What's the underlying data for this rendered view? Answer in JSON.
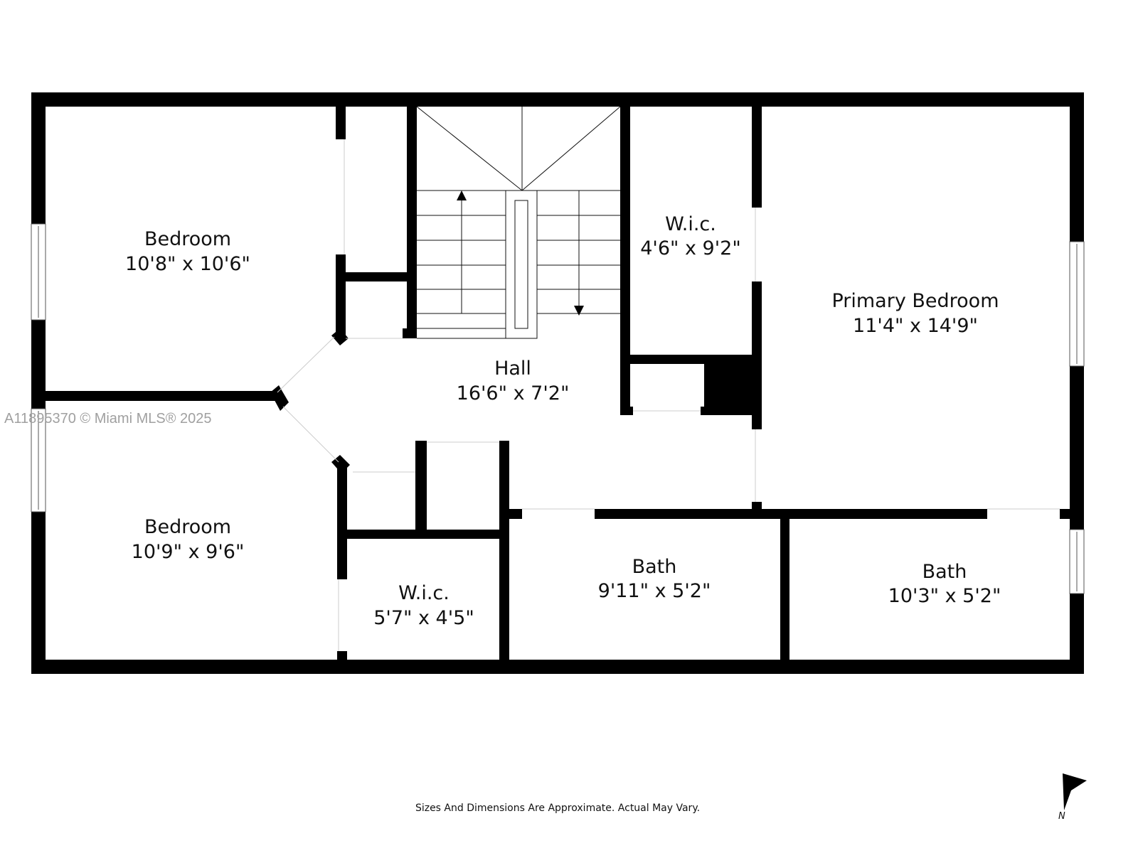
{
  "rooms": [
    {
      "name": "Bedroom",
      "size": "10'8\" x 10'6\""
    },
    {
      "name": "Bedroom",
      "size": "10'9\" x 9'6\""
    },
    {
      "name": "W.i.c.",
      "size": "4'6\" x 9'2\""
    },
    {
      "name": "Primary Bedroom",
      "size": "11'4\" x 14'9\""
    },
    {
      "name": "Hall",
      "size": "16'6\" x 7'2\""
    },
    {
      "name": "W.i.c.",
      "size": "5'7\" x 4'5\""
    },
    {
      "name": "Bath",
      "size": "9'11\" x 5'2\""
    },
    {
      "name": "Bath",
      "size": "10'3\" x 5'2\""
    }
  ],
  "watermark": "A11895370 © Miami MLS® 2025",
  "disclaimer": "Sizes And Dimensions Are Approximate. Actual May Vary.",
  "compass": {
    "label": "N",
    "icon": "north-arrow-icon"
  },
  "colors": {
    "wall": "#000000",
    "background": "#ffffff",
    "watermark": "#a0a0a0"
  }
}
